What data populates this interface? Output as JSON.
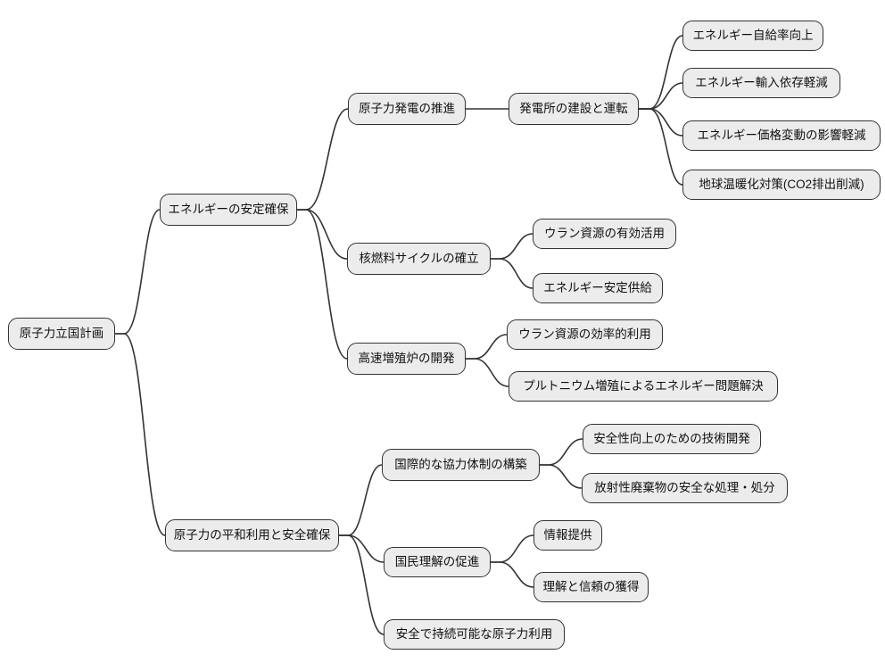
{
  "colors": {
    "background": "#ffffff",
    "node_fill": "#ececec",
    "node_border": "#333333",
    "edge_stroke": "#333333",
    "text": "#111111"
  },
  "mindmap": {
    "type": "mindmap",
    "root": {
      "label": "原子力立国計画",
      "children": [
        {
          "label": "エネルギーの安定確保",
          "children": [
            {
              "label": "原子力発電の推進",
              "children": [
                {
                  "label": "発電所の建設と運転",
                  "children": [
                    {
                      "label": "エネルギー自給率向上"
                    },
                    {
                      "label": "エネルギー輸入依存軽減"
                    },
                    {
                      "label": "エネルギー価格変動の影響軽減"
                    },
                    {
                      "label": "地球温暖化対策(CO2排出削減)"
                    }
                  ]
                }
              ]
            },
            {
              "label": "核燃料サイクルの確立",
              "children": [
                {
                  "label": "ウラン資源の有効活用"
                },
                {
                  "label": "エネルギー安定供給"
                }
              ]
            },
            {
              "label": "高速増殖炉の開発",
              "children": [
                {
                  "label": "ウラン資源の効率的利用"
                },
                {
                  "label": "プルトニウム増殖によるエネルギー問題解決"
                }
              ]
            }
          ]
        },
        {
          "label": "原子力の平和利用と安全確保",
          "children": [
            {
              "label": "国際的な協力体制の構築",
              "children": [
                {
                  "label": "安全性向上のための技術開発"
                },
                {
                  "label": "放射性廃棄物の安全な処理・処分"
                }
              ]
            },
            {
              "label": "国民理解の促進",
              "children": [
                {
                  "label": "情報提供"
                },
                {
                  "label": "理解と信頼の獲得"
                }
              ]
            },
            {
              "label": "安全で持続可能な原子力利用"
            }
          ]
        }
      ]
    }
  }
}
